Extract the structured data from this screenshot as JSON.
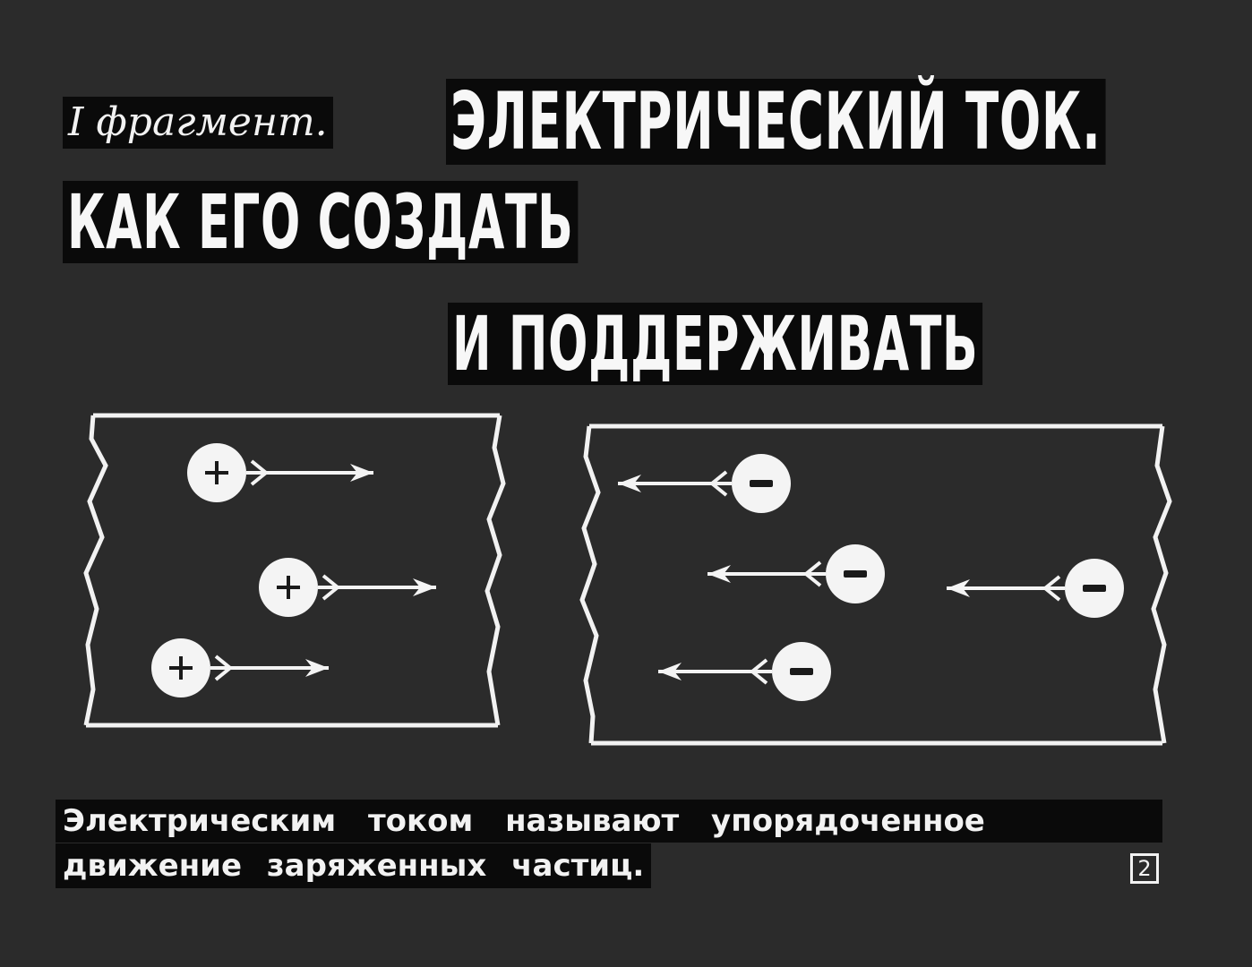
{
  "header": {
    "fragment_label": "I фрагмент.",
    "title_line1": "ЭЛЕКТРИЧЕСКИЙ ТОК.",
    "title_line2": "КАК ЕГО СОЗДАТЬ",
    "title_line3": "И ПОДДЕРЖИВАТЬ"
  },
  "diagram": {
    "positive_symbol": "+",
    "negative_symbol": "−",
    "left_panel": {
      "charge": "positive",
      "direction": "right",
      "count": 3
    },
    "right_panel": {
      "charge": "negative",
      "direction": "left",
      "count": 4
    }
  },
  "caption": {
    "line1": "Электрическим током называют упорядоченное",
    "line2": "движение заряженных частиц."
  },
  "page_number": "2",
  "colors": {
    "background": "#2b2b2b",
    "strip": "#0a0a0a",
    "foreground": "#f4f4f4"
  }
}
